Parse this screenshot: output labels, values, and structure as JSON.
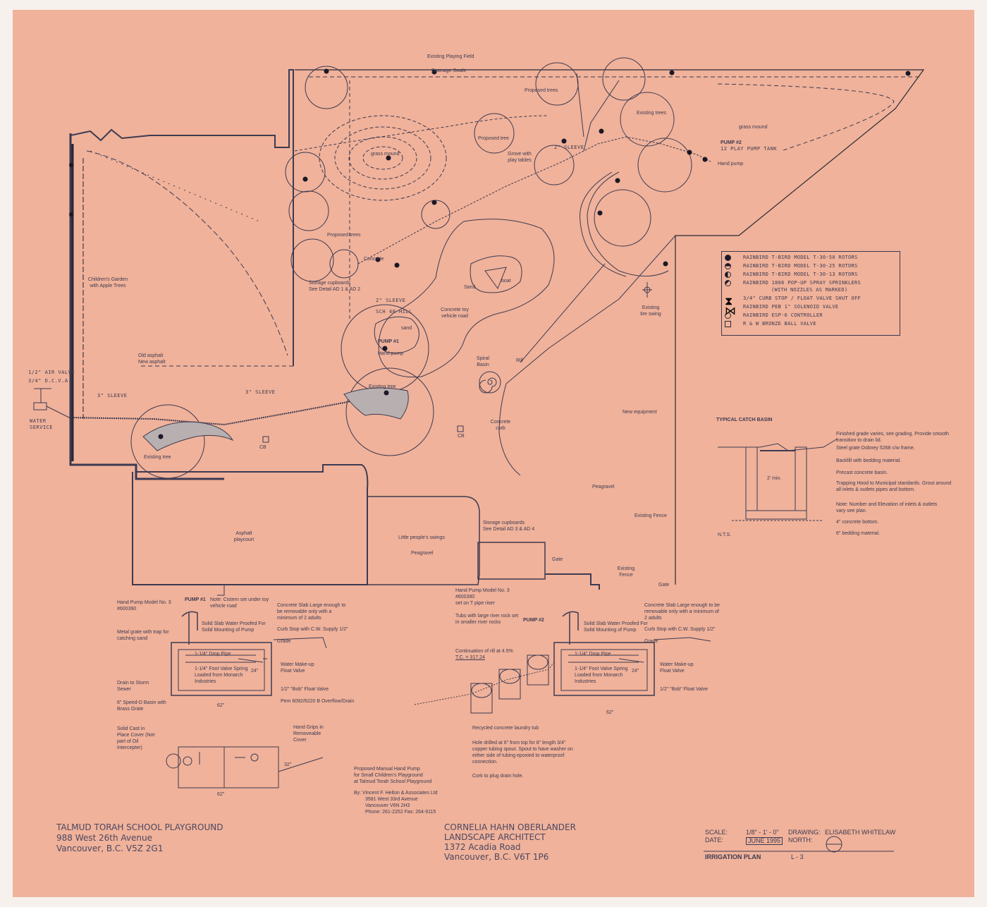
{
  "site": {
    "playing_field": "Existing Playing Field",
    "drainage_swale": "Drainage Swale",
    "proposed_tree": "Proposed tree",
    "proposed_trees_1": "Proposed trees",
    "proposed_trees_2": "Proposed trees",
    "existing_trees": "Existing trees",
    "grass_mound_1": "grass mound",
    "grass_mound_2": "grass mound",
    "grove": "Grove with play tables",
    "childrens_garden": "Children's Garden with Apple Trees",
    "old_asphalt": "Old asphalt",
    "new_asphalt": "New asphalt",
    "concrete": "Concrete",
    "storage_1": "Storage cupboards",
    "storage_1_detail": "See Detail AD 1 & AD 2",
    "sand_1": "Sand",
    "boat": "boat",
    "sand_2": "sand",
    "toy_road": "Concrete toy vehicle road",
    "pump1": "PUMP #1",
    "hand_pump_1": "Hand pump",
    "pump2": "PUMP #2",
    "pump2_tank": "12 PLAY PUMP TANK",
    "hand_pump_2": "Hand pump",
    "existing_tree_1": "Existing tree",
    "existing_tree_2": "Existing tree",
    "spiral_basin": "Spiral Basin",
    "rill": "Rill",
    "concrete_curb": "Concrete curb",
    "existing_tire_swing": "Existing tire swing",
    "new_equipment": "New equipment",
    "peagravel_1": "Peagravel",
    "existing_fence_1": "Existing Fence",
    "existing_fence_2": "Existing Fence",
    "gate_1": "Gate",
    "gate_2": "Gate",
    "cb_1": "CB",
    "cb_2": "CB",
    "asphalt_playcourt": "Asphalt playcourt",
    "little_swings": "Little people's swings",
    "peagravel_2": "Peagravel",
    "storage_2": "Storage cupboards",
    "storage_2_detail": "See Detail AD 3 & AD 4",
    "air_valve": "1/2\" AIR VALVE",
    "dcva": "3/4\" D.C.V.A.",
    "water_service": "WATER SERVICE",
    "sleeve_1": "3\" SLEEVE",
    "sleeve_2": "3\" SLEEVE",
    "sleeve_3": "2\" SLEEVE",
    "sleeve_4": "2\" SLEEVE",
    "sch40": "SCH 40 HILL"
  },
  "legend": {
    "rows": [
      "RAINBIRD T-BIRD MODEL T-30-50 ROTORS",
      "RAINBIRD T-BIRD MODEL T-30-25 ROTORS",
      "RAINBIRD T-BIRD MODEL T-30-13 ROTORS",
      "RAINBIRD 1806 POP-UP SPRAY SPRINKLERS",
      "(WITH NOZZLES AS MARKED)",
      "3/4\" CURB STOP / FLOAT VALVE SHUT OFF",
      "RAINBIRD PEB 1\" SOLENOID VALVE",
      "RAINBIRD ESP-6 CONTROLLER",
      "R & W BRONZE BALL VALVE"
    ]
  },
  "catch_basin": {
    "title": "TYPICAL CATCH BASIN",
    "nts": "N.T.S.",
    "min": "2' min.",
    "notes": [
      "Finished grade varies, see grading. Provide smooth transition to drain lid.",
      "Steel grate Dobney 5268 c/w frame.",
      "Backfill with bedding material.",
      "Precast concrete basin.",
      "Trapping Hood to Municipal standards. Grout around all inlets & outlets pipes and bottom.",
      "Note: Number and Elevation of inlets & outlets vary see plan.",
      "4\" concrete bottom.",
      "6\" bedding material."
    ]
  },
  "pump1_detail": {
    "model": "Hand Pump Model No. 3",
    "model_no": "#600390",
    "title": "PUMP #1",
    "note": "Note: Cistern set under toy vehicle road",
    "metal_grate": "Metal grate with trap for catching sand",
    "solid_slab": "Solid Slab Water Proofed For Solid Mounting of Pump",
    "concrete_slab": "Concrete Slab Large enough to be removable only with a minimum of 2 adults",
    "curb_stop": "Curb Stop with C.W. Supply 1/2\"",
    "grade": "Grade",
    "drop_pipe": "1-1/4\" Drop Pipe",
    "foot_valve": "1-1/4\" Foot Valve Spring Loaded from Monarch Industries",
    "makeup": "Water Make-up Float Valve",
    "bob": "1/2\" \"Bob\" Float Valve",
    "pem": "Pem 6092/6220 B Overflow/Drain",
    "drain": "Drain to Storm Sewer",
    "basin": "6\" Speed-D Basin with Brass Grate",
    "dim_24": "24\"",
    "dim_62": "62\"",
    "solid_cast": "Solid Cast in Place Cover (Not part of Oil Intercepter)",
    "hand_grips": "Hand Grips in Removeable Cover",
    "dim_32": "32\"",
    "dim_62b": "62\""
  },
  "pump2_detail": {
    "model": "Hand Pump Model No. 3",
    "model_no": "#600390",
    "set_on": "set on T pipe riser",
    "tubs": "Tubs with large river rock set in smaller river rocks",
    "title": "PUMP #2",
    "rill_cont": "Continuation of rill at 4.5%",
    "tc": "T.C. = 317.24",
    "solid_slab": "Solid Slab Water Proofed For Solid Mounting of Pump",
    "concrete_slab": "Concrete Slab Large enough to be removable only with a minimum of 2 adults",
    "curb_stop": "Curb Stop with C.W. Supply 1/2\"",
    "grade": "Grade",
    "drop_pipe": "1-1/4\" Drop Pipe",
    "foot_valve": "1-1/4\" Foot Valve Spring Loaded from Monarch Industries",
    "makeup": "Water Make-up Float Valve",
    "bob": "1/2\" \"Bob\" Float Valve",
    "dim_24": "24\"",
    "dim_62": "62\"",
    "recycled": "Recycled concrete laundry tub",
    "hole": "Hole drilled at 6\" from top for 8\" length 3/4\" copper tubing spout. Spout to have washer on either side of tubing epoxied to waterproof connection.",
    "cork": "Cork to plug drain hole."
  },
  "proposal": {
    "lines": [
      "Proposed Manual Hand Pump",
      "for Small Children's Playground",
      "at Talmud Torah School Playground"
    ],
    "by": "By:  Vincent F. Helton & Associates Ltd",
    "address": [
      "3581 West 33rd Avenue",
      "Vancouver V6N 2H3",
      "Phone: 261-2252  Fax: 264-9115"
    ]
  },
  "title_block": {
    "project": [
      "TALMUD TORAH SCHOOL PLAYGROUND",
      "988 West 26th Avenue",
      "Vancouver, B.C. V5Z 2G1"
    ],
    "architect": [
      "CORNELIA HAHN OBERLANDER",
      "LANDSCAPE ARCHITECT",
      "1372 Acadia Road",
      "Vancouver, B.C. V6T 1P6"
    ],
    "scale_label": "SCALE:",
    "scale_value": "1/8\" - 1' - 0\"",
    "drawing_label": "DRAWING:",
    "drawing_value": "ELISABETH WHITELAW",
    "date_label": "DATE:",
    "date_value": "JUNE 1995",
    "north_label": "NORTH:",
    "sheet_title": "IRRIGATION PLAN",
    "sheet_no": "L - 3"
  }
}
